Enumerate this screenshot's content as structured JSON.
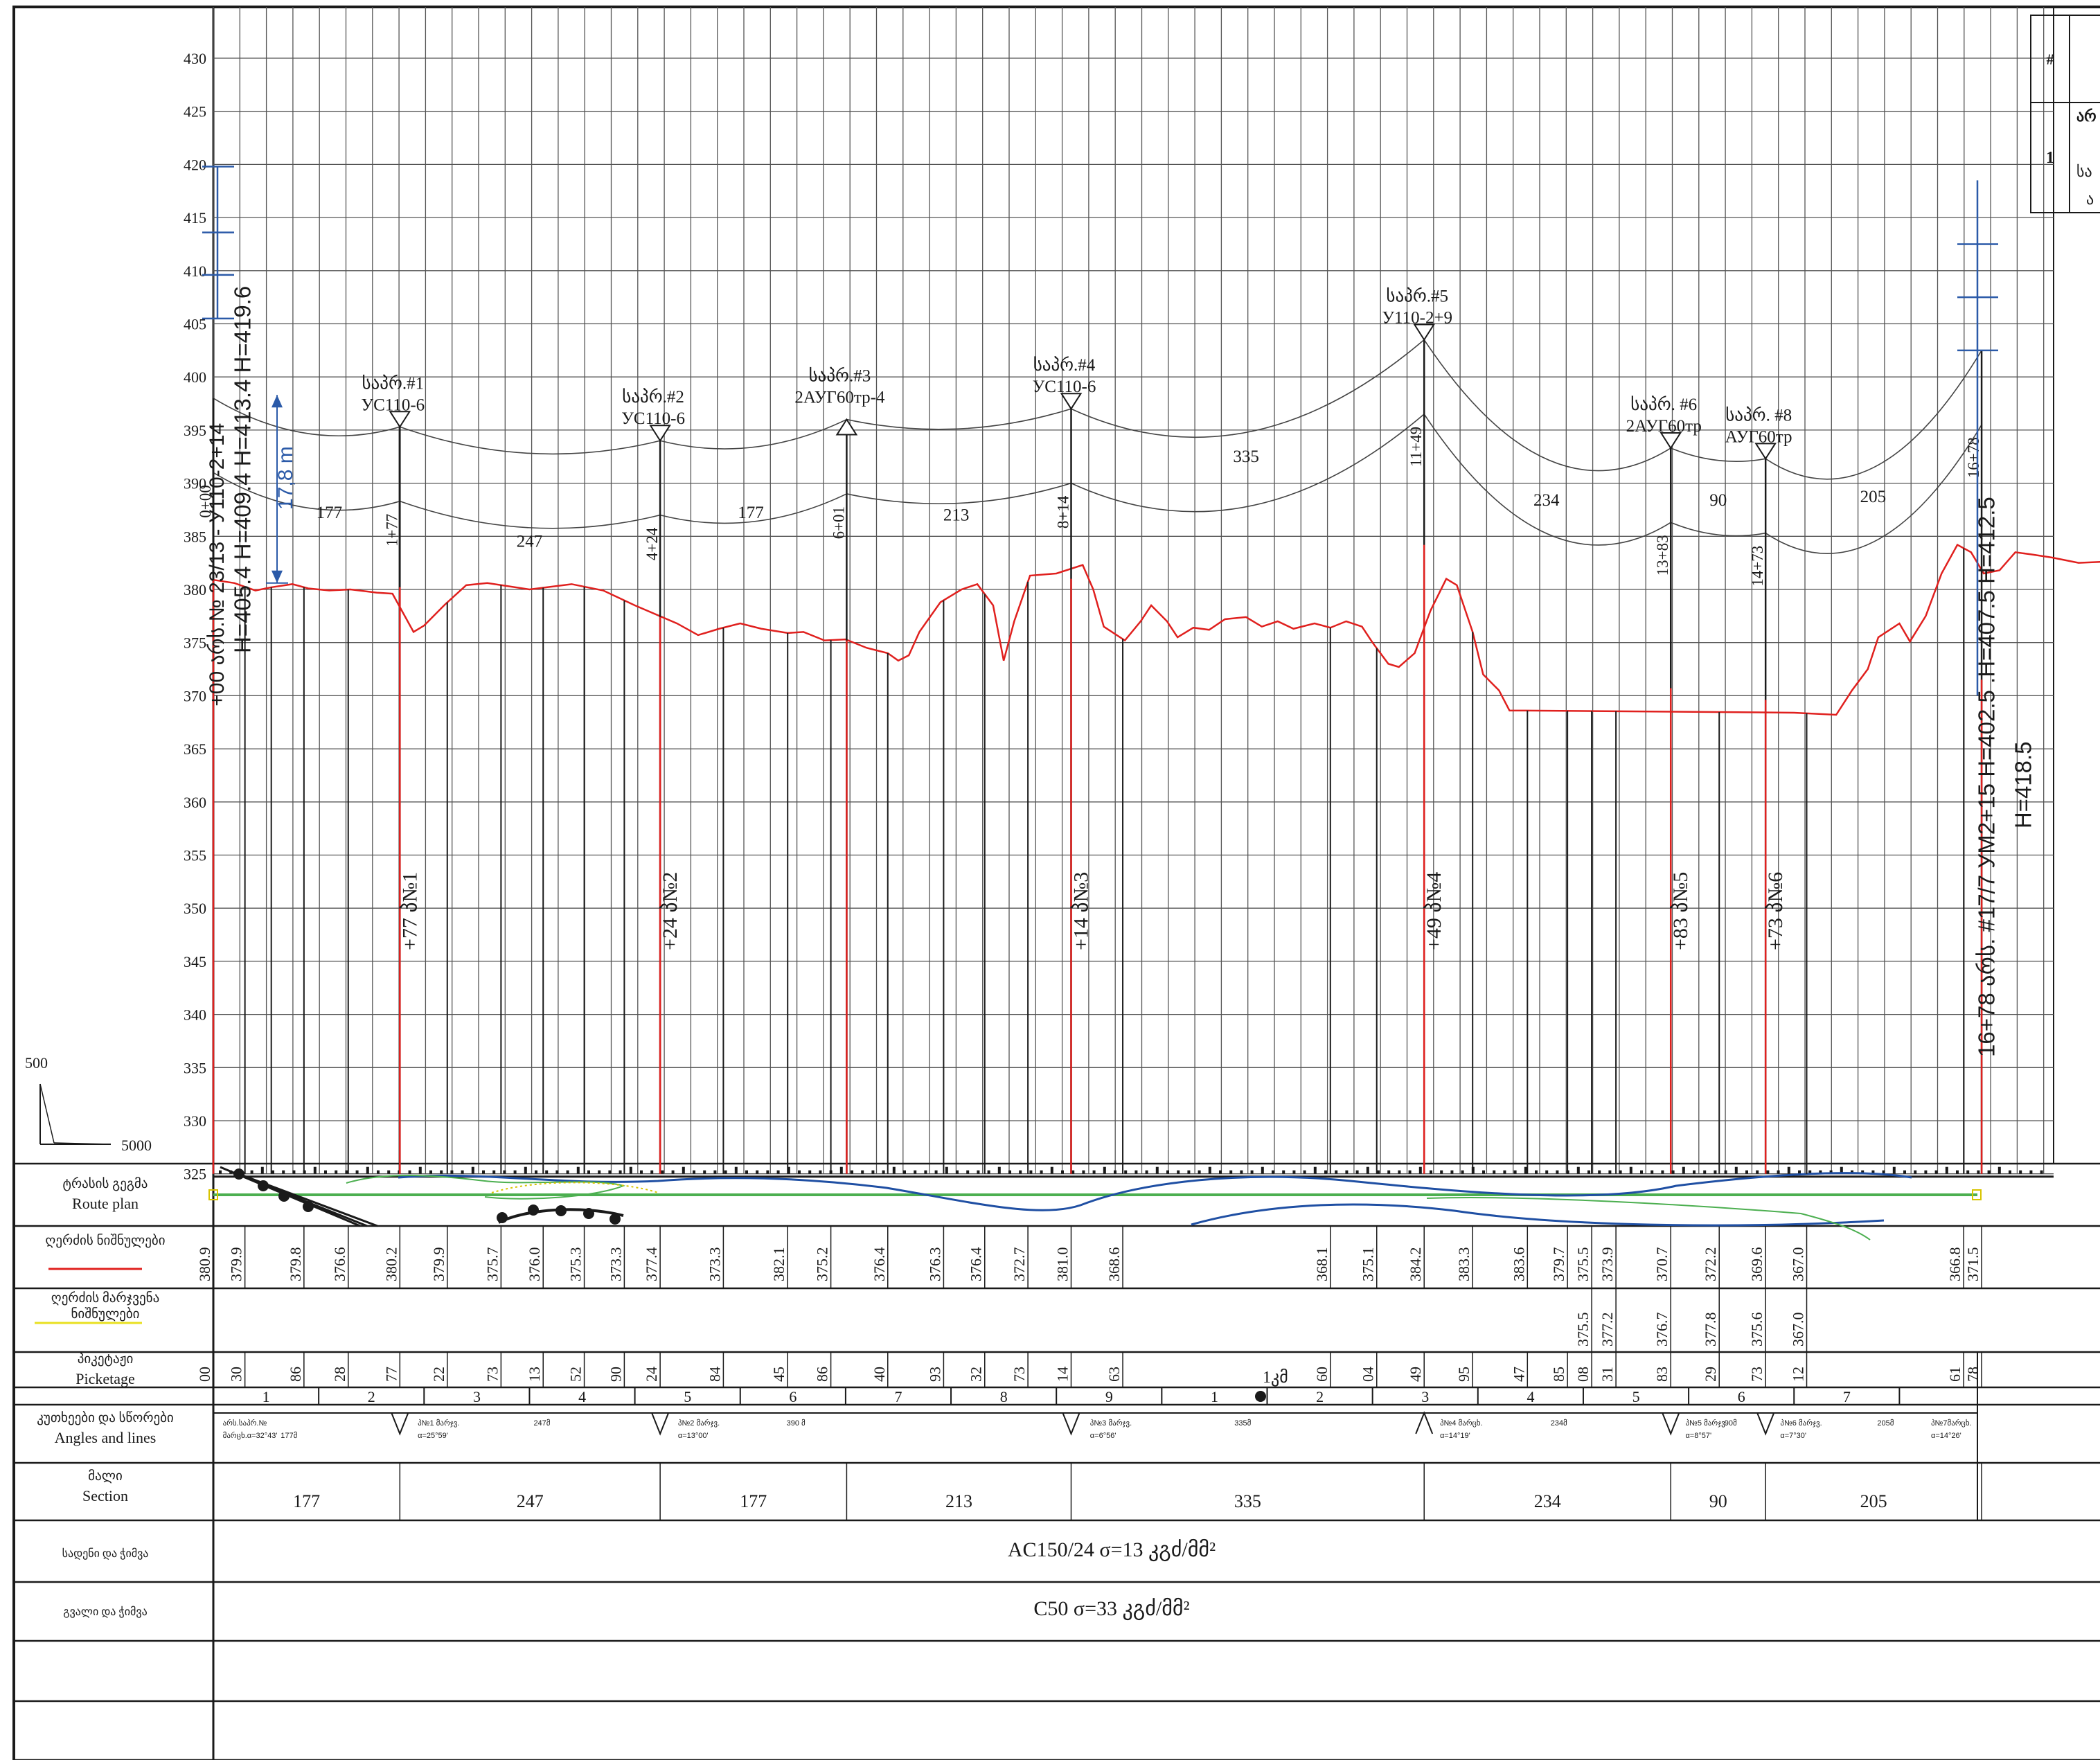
{
  "scale": {
    "vertical": "500",
    "horizontal": "5000"
  },
  "elevation_ticks": [
    430,
    425,
    420,
    415,
    410,
    405,
    400,
    395,
    390,
    385,
    380,
    375,
    370,
    365,
    360,
    355,
    350,
    345,
    340,
    335,
    330,
    325
  ],
  "clearance": {
    "label": "17,8 m"
  },
  "ground_profile": {
    "color": "#e0201e",
    "points": [
      [
        0,
        380.9
      ],
      [
        20,
        380.6
      ],
      [
        40,
        379.9
      ],
      [
        55,
        380.2
      ],
      [
        75,
        380.5
      ],
      [
        90,
        380.1
      ],
      [
        110,
        379.9
      ],
      [
        130,
        380.0
      ],
      [
        155,
        379.7
      ],
      [
        170,
        379.6
      ],
      [
        180,
        377.8
      ],
      [
        190,
        376.0
      ],
      [
        200,
        376.6
      ],
      [
        220,
        378.6
      ],
      [
        240,
        380.4
      ],
      [
        260,
        380.6
      ],
      [
        300,
        380.0
      ],
      [
        340,
        380.5
      ],
      [
        370,
        379.9
      ],
      [
        400,
        378.5
      ],
      [
        440,
        376.8
      ],
      [
        460,
        375.7
      ],
      [
        480,
        376.3
      ],
      [
        500,
        376.8
      ],
      [
        520,
        376.3
      ],
      [
        545,
        375.9
      ],
      [
        560,
        376.0
      ],
      [
        580,
        375.2
      ],
      [
        600,
        375.3
      ],
      [
        620,
        374.5
      ],
      [
        640,
        374.0
      ],
      [
        650,
        373.3
      ],
      [
        660,
        373.8
      ],
      [
        670,
        376.0
      ],
      [
        680,
        377.4
      ],
      [
        690,
        378.8
      ],
      [
        710,
        380.0
      ],
      [
        725,
        380.5
      ],
      [
        740,
        378.5
      ],
      [
        750,
        373.3
      ],
      [
        760,
        377.0
      ],
      [
        775,
        381.3
      ],
      [
        800,
        381.5
      ],
      [
        825,
        382.3
      ],
      [
        835,
        380.0
      ],
      [
        845,
        376.5
      ],
      [
        865,
        375.2
      ],
      [
        880,
        377.0
      ],
      [
        890,
        378.5
      ],
      [
        905,
        377.0
      ],
      [
        915,
        375.5
      ],
      [
        930,
        376.4
      ],
      [
        945,
        376.2
      ],
      [
        960,
        377.2
      ],
      [
        980,
        377.4
      ],
      [
        995,
        376.5
      ],
      [
        1010,
        377.0
      ],
      [
        1025,
        376.3
      ],
      [
        1045,
        376.8
      ],
      [
        1060,
        376.4
      ],
      [
        1075,
        377.0
      ],
      [
        1090,
        376.5
      ],
      [
        1100,
        375.0
      ],
      [
        1115,
        373.0
      ],
      [
        1125,
        372.7
      ],
      [
        1140,
        374.0
      ],
      [
        1155,
        378.0
      ],
      [
        1170,
        381.0
      ],
      [
        1180,
        380.4
      ],
      [
        1195,
        376.0
      ],
      [
        1205,
        372.0
      ],
      [
        1220,
        370.5
      ],
      [
        1230,
        368.6
      ],
      [
        1245,
        368.6
      ],
      [
        1500,
        368.4
      ],
      [
        1540,
        368.2
      ],
      [
        1555,
        370.5
      ],
      [
        1570,
        372.5
      ],
      [
        1580,
        375.5
      ],
      [
        1600,
        376.8
      ],
      [
        1610,
        375.1
      ],
      [
        1625,
        377.5
      ],
      [
        1640,
        381.5
      ],
      [
        1655,
        384.2
      ],
      [
        1668,
        383.5
      ],
      [
        1680,
        381.5
      ],
      [
        1695,
        381.8
      ],
      [
        1710,
        383.5
      ],
      [
        1725,
        383.3
      ],
      [
        1745,
        383.0
      ],
      [
        1770,
        382.5
      ],
      [
        1792,
        382.6
      ],
      [
        1800,
        383.6
      ],
      [
        1815,
        382.5
      ],
      [
        1830,
        380.0
      ],
      [
        1845,
        379.6
      ],
      [
        1860,
        378.5
      ],
      [
        1880,
        377.5
      ],
      [
        1893,
        376.5
      ],
      [
        1905,
        375.5
      ],
      [
        1918,
        373.9
      ],
      [
        1935,
        371.5
      ],
      [
        1950,
        370.0
      ],
      [
        1965,
        369.2
      ],
      [
        1985,
        370.0
      ],
      [
        2000,
        370.7
      ],
      [
        2025,
        371.8
      ],
      [
        2040,
        372.2
      ],
      [
        2060,
        372.3
      ],
      [
        2078,
        372.8
      ],
      [
        2095,
        372.6
      ],
      [
        2110,
        371.5
      ],
      [
        2125,
        369.6
      ],
      [
        2140,
        370.0
      ],
      [
        2160,
        369.2
      ],
      [
        2178,
        367.0
      ],
      [
        2200,
        367.0
      ],
      [
        2260,
        367.0
      ],
      [
        2300,
        366.5
      ],
      [
        2360,
        366.7
      ],
      [
        2388,
        366.8
      ],
      [
        2395,
        370.0
      ],
      [
        2402,
        372.5
      ],
      [
        2411,
        371.5
      ]
    ]
  },
  "left_terrain": {
    "color": "#e8e020",
    "points": [
      [
        1893,
        376.5
      ],
      [
        1905,
        375.5
      ],
      [
        1930,
        375.2
      ],
      [
        1950,
        374.5
      ],
      [
        1965,
        374.6
      ],
      [
        1975,
        376.0
      ],
      [
        1995,
        376.5
      ],
      [
        2020,
        377.9
      ],
      [
        2040,
        378.1
      ],
      [
        2060,
        377.6
      ],
      [
        2075,
        377.5
      ],
      [
        2088,
        376.2
      ],
      [
        2100,
        377.0
      ],
      [
        2115,
        375.0
      ],
      [
        2130,
        374.4
      ],
      [
        2145,
        373.0
      ],
      [
        2160,
        370.5
      ],
      [
        2170,
        368.5
      ],
      [
        2178,
        367.0
      ]
    ]
  },
  "supports": [
    {
      "title": "საპრ.#1",
      "type": "УС110-6",
      "ch": 177,
      "top": 395.3,
      "low": 388.3,
      "ground": 380.2,
      "mark": "1+77",
      "pole": "+77  პ№1"
    },
    {
      "title": "საპრ.#2",
      "type": "УС110-6",
      "ch": 424,
      "top": 394.0,
      "low": 387.0,
      "ground": 377.4,
      "mark": "4+24",
      "pole": "+24  პ№2"
    },
    {
      "title": "საპრ.#3",
      "type": "2АУГ60тр-4",
      "ch": 601,
      "top": 396.0,
      "low": 389.0,
      "ground": 375.2,
      "mark": "6+01",
      "pole": ""
    },
    {
      "title": "საპრ.#4",
      "type": "УС110-6",
      "ch": 814,
      "top": 397.0,
      "low": 390.0,
      "ground": 381.0,
      "mark": "8+14",
      "pole": "+14  პ№3"
    },
    {
      "title": "საპრ.#5",
      "type": "У110-2+9",
      "ch": 1149,
      "top": 403.5,
      "low": 396.5,
      "ground": 384.2,
      "mark": "11+49",
      "pole": "+49  პ№4"
    },
    {
      "title": "საპრ. #6",
      "type": "2АУГ60тр",
      "ch": 1383,
      "top": 393.3,
      "low": 386.3,
      "ground": 370.7,
      "mark": "13+83",
      "pole": "+83  პ№5"
    },
    {
      "title": "საპრ. #8",
      "type": "АУГ60тр",
      "ch": 1473,
      "top": 392.3,
      "low": 385.3,
      "ground": 369.6,
      "mark": "14+73",
      "pole": "+73  პ№6"
    }
  ],
  "end_supports": [
    {
      "ch": 0,
      "top": 398.0,
      "low": 391.0,
      "ground": 380.9,
      "mark": "0+00"
    },
    {
      "ch": 1678,
      "top": 402.5,
      "low": 395.5,
      "ground": 371.5,
      "mark": "16+78"
    }
  ],
  "span_labels": [
    {
      "ch": 110,
      "elev": 386.7,
      "text": "177"
    },
    {
      "ch": 300,
      "elev": 384.0,
      "text": "247"
    },
    {
      "ch": 510,
      "elev": 386.7,
      "text": "177"
    },
    {
      "ch": 705,
      "elev": 386.5,
      "text": "213"
    },
    {
      "ch": 980,
      "elev": 392.0,
      "text": "335"
    },
    {
      "ch": 1265,
      "elev": 387.9,
      "text": "234"
    },
    {
      "ch": 1428,
      "elev": 387.9,
      "text": "90"
    },
    {
      "ch": 1575,
      "elev": 388.2,
      "text": "205"
    }
  ],
  "vertical_annotations": [
    {
      "ch": 10,
      "elev": 369.0,
      "text": "+00  არს.№ 23/13 - У110-2+14",
      "size": 22
    },
    {
      "ch": 35,
      "elev": 374.0,
      "text": "H=405.4 H=409.4  H=413.4 H=419.6",
      "size": 25
    },
    {
      "ch": 1690,
      "elev": 336.0,
      "text": "16+78  არს. #17/7  УМ2+15 H=402.5 .H=407.5  H=412.5",
      "size": 25
    },
    {
      "ch": 1725,
      "elev": 357.5,
      "text": "H=418.5",
      "size": 25
    }
  ],
  "chainages": [
    0,
    30,
    55,
    86,
    128,
    177,
    222,
    273,
    313,
    352,
    390,
    424,
    484,
    545,
    586,
    640,
    693,
    732,
    773,
    814,
    863,
    1060,
    1104,
    1149,
    1195,
    1247,
    1285,
    1308,
    1331,
    1383,
    1429,
    1473,
    1512,
    1661,
    1678
  ],
  "rows": {
    "plan": {
      "label_1": "ტრასის გეგმა",
      "label_2": "Route plan"
    },
    "ground_marks": {
      "label_1": "ღერძის ნიშნულები",
      "values": [
        "380.9",
        "379.9",
        "379.8",
        "376.6",
        "380.2",
        "379.9",
        "375.7",
        "376.0",
        "375.3",
        "373.3",
        "377.4",
        "373.3",
        "382.1",
        "375.2",
        "376.4",
        "376.3",
        "376.4",
        "372.7",
        "381.0",
        "368.6",
        "368.1",
        "375.1",
        "384.2",
        "383.3",
        "383.6",
        "379.7",
        "375.5",
        "373.9",
        "370.7",
        "372.2",
        "369.6",
        "367.0",
        "366.8",
        "371.5"
      ],
      "ch": [
        0,
        30,
        86,
        128,
        177,
        222,
        273,
        313,
        352,
        390,
        424,
        484,
        545,
        586,
        640,
        693,
        732,
        773,
        814,
        863,
        1060,
        1104,
        1149,
        1195,
        1247,
        1285,
        1308,
        1331,
        1383,
        1429,
        1473,
        1512,
        1661,
        1678
      ]
    },
    "left_marks": {
      "label_1": "ღერძის მარჯვენა",
      "label_2": "ნიშნულები",
      "values": [
        "375.5",
        "377.2",
        "376.7",
        "377.8",
        "375.6",
        "367.0"
      ],
      "ch": [
        1308,
        1331,
        1383,
        1429,
        1473,
        1512
      ]
    },
    "picketage": {
      "label_1": "პიკეტაჟი",
      "label_2": "Picketage",
      "values": [
        "00",
        "30",
        "86",
        "28",
        "77",
        "22",
        "73",
        "13",
        "52",
        "90",
        "24",
        "84",
        "45",
        "86",
        "40",
        "93",
        "32",
        "73",
        "14",
        "63",
        "60",
        "04",
        "49",
        "95",
        "47",
        "85",
        "08",
        "31",
        "83",
        "29",
        "73",
        "12",
        "61",
        "78"
      ],
      "ch": [
        0,
        30,
        86,
        128,
        177,
        222,
        273,
        313,
        352,
        390,
        424,
        484,
        545,
        586,
        640,
        693,
        732,
        773,
        814,
        863,
        1060,
        1104,
        1149,
        1195,
        1247,
        1285,
        1308,
        1331,
        1383,
        1429,
        1473,
        1512,
        1661,
        1678
      ],
      "hundreds": [
        "1",
        "2",
        "3",
        "4",
        "5",
        "6",
        "7",
        "8",
        "9",
        "1",
        "2",
        "3",
        "4",
        "5",
        "6",
        "7"
      ],
      "km_label": "1კმ"
    },
    "angles": {
      "label_1": "კუთხეები და სწორები",
      "label_2": "Angles and lines",
      "items": [
        {
          "ch": 5,
          "text": "არს.საპრ.№"
        },
        {
          "ch": 5,
          "text": "მარცხ.α=32°43'",
          "line2": true
        },
        {
          "ch": 60,
          "text": "177მ",
          "line2": true
        },
        {
          "ch": 300,
          "text": "247მ"
        },
        {
          "ch": 540,
          "text": "390 მ"
        },
        {
          "ch": 965,
          "text": "335მ"
        },
        {
          "ch": 1265,
          "text": "234მ"
        },
        {
          "ch": 1430,
          "text": "90მ"
        },
        {
          "ch": 1575,
          "text": "205მ"
        },
        {
          "ch": 190,
          "text": "პ№1 მარჯვ."
        },
        {
          "ch": 190,
          "text": "α=25°59'",
          "line2": true
        },
        {
          "ch": 437,
          "text": "პ№2 მარჯვ."
        },
        {
          "ch": 437,
          "text": "α=13°00'",
          "line2": true
        },
        {
          "ch": 828,
          "text": "პ№3 მარჯვ."
        },
        {
          "ch": 828,
          "text": "α=6°56'",
          "line2": true
        },
        {
          "ch": 1160,
          "text": "პ№4 მარცხ."
        },
        {
          "ch": 1160,
          "text": "α=14°19'",
          "line2": true
        },
        {
          "ch": 1393,
          "text": "პ№5 მარჯვ."
        },
        {
          "ch": 1393,
          "text": "α=8°57'",
          "line2": true
        },
        {
          "ch": 1483,
          "text": "პ№6 მარჯვ."
        },
        {
          "ch": 1483,
          "text": "α=7°30'",
          "line2": true
        },
        {
          "ch": 1626,
          "text": "პ№7მარცხ."
        },
        {
          "ch": 1626,
          "text": "α=14°26'",
          "line2": true
        }
      ],
      "vertices": [
        177,
        424,
        814,
        1383,
        1473
      ],
      "up_vertices": [
        1149
      ]
    },
    "section": {
      "label_1": "მალი",
      "label_2": "Section",
      "values": [
        "177",
        "247",
        "177",
        "213",
        "335",
        "234",
        "90",
        "205"
      ],
      "bounds": [
        0,
        177,
        424,
        601,
        814,
        1149,
        1383,
        1473,
        1678
      ]
    },
    "wire": {
      "label_1": "სადენი და ჭიმვა",
      "text": "AC150/24  σ=13 კგძ/მმ²"
    },
    "ground_wire": {
      "label_1": "გვალი და ჭიმვა",
      "text": "C50  σ=33 კგძ/მმ²"
    }
  },
  "table": {
    "header": "#",
    "row_no": "1",
    "cell_1": "არ",
    "cell_2": "სა",
    "cell_3": "ა"
  },
  "colors": {
    "ground_line": "#e0201e",
    "left_line": "#e8e020",
    "grid": "#555555",
    "support_mast": "#e0201e",
    "blue": "#2b5aa8",
    "river": "#1f4fa3",
    "green": "#4caf50"
  }
}
